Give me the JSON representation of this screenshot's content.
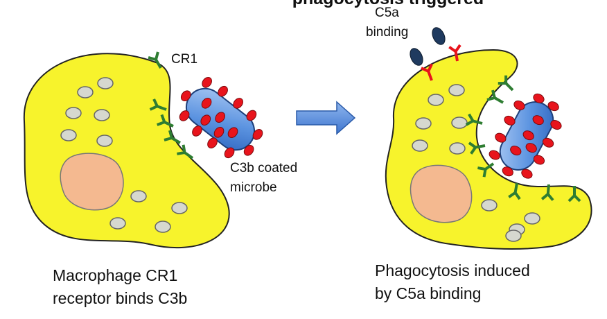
{
  "title_fragment": "phagocytosis triggered",
  "left_panel": {
    "receptor_label": "CR1",
    "microbe_label": [
      "C3b coated",
      "microbe"
    ],
    "caption": [
      "Macrophage CR1",
      "receptor binds C3b"
    ]
  },
  "right_panel": {
    "c5a_label": [
      "C5a",
      "binding"
    ],
    "caption": [
      "Phagocytosis induced",
      "by C5a binding"
    ]
  },
  "colors": {
    "cell_fill": "#f7f32c",
    "nucleus_fill": "#f4b990",
    "granule_fill": "#d6d8cf",
    "microbe_fill": "#5b93e0",
    "c3b_fill": "#e8141c",
    "receptor_color": "#2e7d32",
    "c5a_fill": "#1f3a5f",
    "arrow_fill": "#5b93e0"
  },
  "icons": [
    "right-arrow-icon",
    "cr1-receptor-icon",
    "c3b-molecule-icon",
    "c5a-molecule-icon"
  ]
}
